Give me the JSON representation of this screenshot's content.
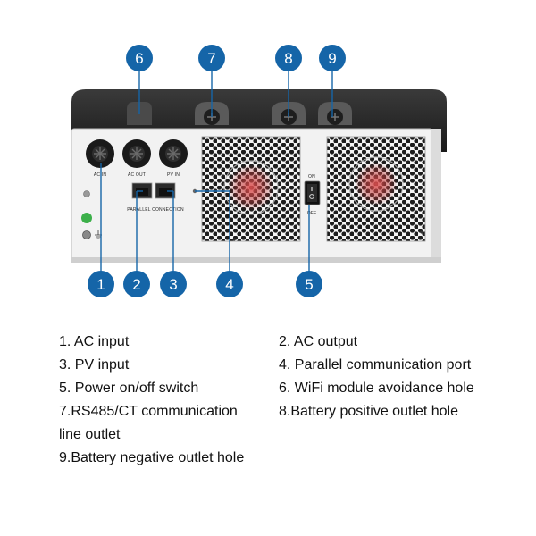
{
  "colors": {
    "callout": "#1565a8",
    "callout_line": "#1565a8",
    "panel": "#f2f2f2",
    "top_cover": "#2a2a2a",
    "ground_green": "#3cb04a"
  },
  "callouts": [
    "1",
    "2",
    "3",
    "4",
    "5",
    "6",
    "7",
    "8",
    "9"
  ],
  "panel": {
    "ac_in": "AC IN",
    "ac_out": "AC OUT",
    "pv_in": "PV IN",
    "parallel": "PARALLEL CONNECTION",
    "on": "ON",
    "off": "OFF"
  },
  "legend": {
    "item1": "1. AC input",
    "item2": "2. AC output",
    "item3": "3. PV input",
    "item4": "4. Parallel communication port",
    "item5": "5. Power on/off switch",
    "item6": "6. WiFi module avoidance hole",
    "item7_line1": "7.RS485/CT communication",
    "item7_line2": "line outlet",
    "item8": "8.Battery positive outlet hole",
    "item9": "9.Battery negative outlet hole"
  }
}
